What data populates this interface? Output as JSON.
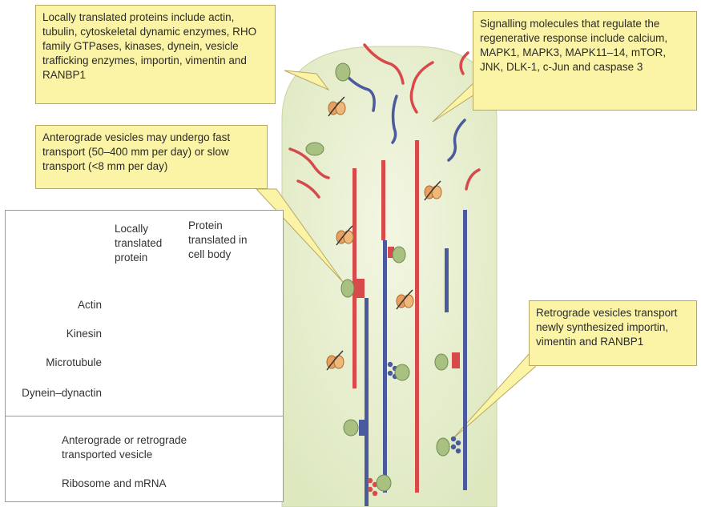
{
  "callouts": {
    "local_translation": "Locally translated proteins include actin, tubulin, cytoskeletal dynamic enzymes, RHO family GTPases, kinases, dynein, vesicle trafficking enzymes, importin, vimentin and RANBP1",
    "signalling": "Signalling molecules that regulate the regenerative response include calcium, MAPK1, MAPK3, MAPK11–14, mTOR, JNK, DLK-1, c-Jun and caspase 3",
    "anterograde": "Anterograde vesicles may undergo fast transport (50–400 mm per day) or slow transport (<8 mm per day)",
    "retrograde": "Retrograde vesicles transport newly synthesized importin, vimentin and RANBP1"
  },
  "legend": {
    "col_local": "Locally\ntranslated\nprotein",
    "col_cellbody": "Protein\ntranslated in\ncell body",
    "rows": [
      "Actin",
      "Kinesin",
      "Microtubule",
      "Dynein–dynactin"
    ],
    "vesicle_label": "Anterograde or retrograde\ntransported vesicle",
    "ribosome_label": "Ribosome and mRNA"
  },
  "colors": {
    "local": "#d84a4a",
    "cellbody": "#4a5a9c",
    "vesicle": "#a8c080",
    "ribosome": "#e8a060",
    "axon_fill": "#e8f0d0",
    "callout_bg": "#fbf3a6"
  }
}
